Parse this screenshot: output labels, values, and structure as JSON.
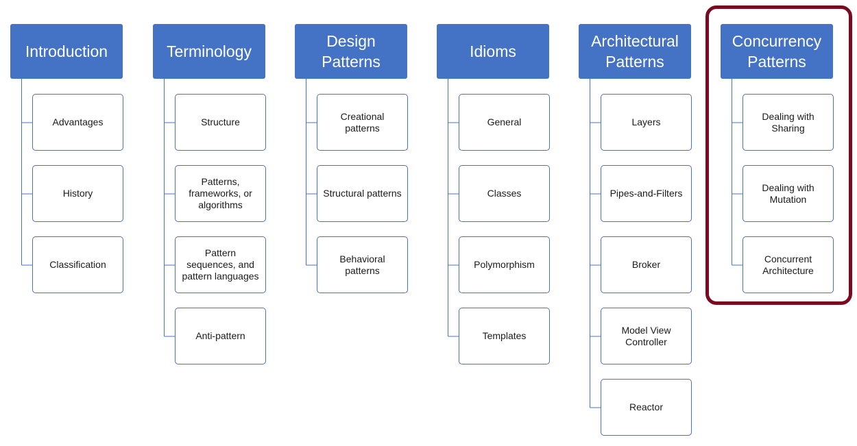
{
  "diagram": {
    "columns": [
      {
        "header": "Introduction",
        "items": [
          "Advantages",
          "History",
          "Classification"
        ]
      },
      {
        "header": "Terminology",
        "items": [
          "Structure",
          "Patterns,\nframeworks, or\nalgorithms",
          "Pattern\nsequences, and\npattern languages",
          "Anti-pattern"
        ]
      },
      {
        "header": "Design\nPatterns",
        "items": [
          "Creational\npatterns",
          "Structural patterns",
          "Behavioral\npatterns"
        ]
      },
      {
        "header": "Idioms",
        "items": [
          "General",
          "Classes",
          "Polymorphism",
          "Templates"
        ]
      },
      {
        "header": "Architectural\nPatterns",
        "items": [
          "Layers",
          "Pipes-and-Filters",
          "Broker",
          "Model View\nController",
          "Reactor"
        ]
      },
      {
        "header": "Concurrency\nPatterns",
        "items": [
          "Dealing with\nSharing",
          "Dealing with\nMutation",
          "Concurrent\nArchitecture"
        ]
      }
    ],
    "colors": {
      "header_fill": "#4472c4",
      "header_text": "#ffffff",
      "child_border": "#4472c4",
      "connector": "#4472c4",
      "highlight_border": "#7a0a1f"
    },
    "highlighted_column": 5
  }
}
